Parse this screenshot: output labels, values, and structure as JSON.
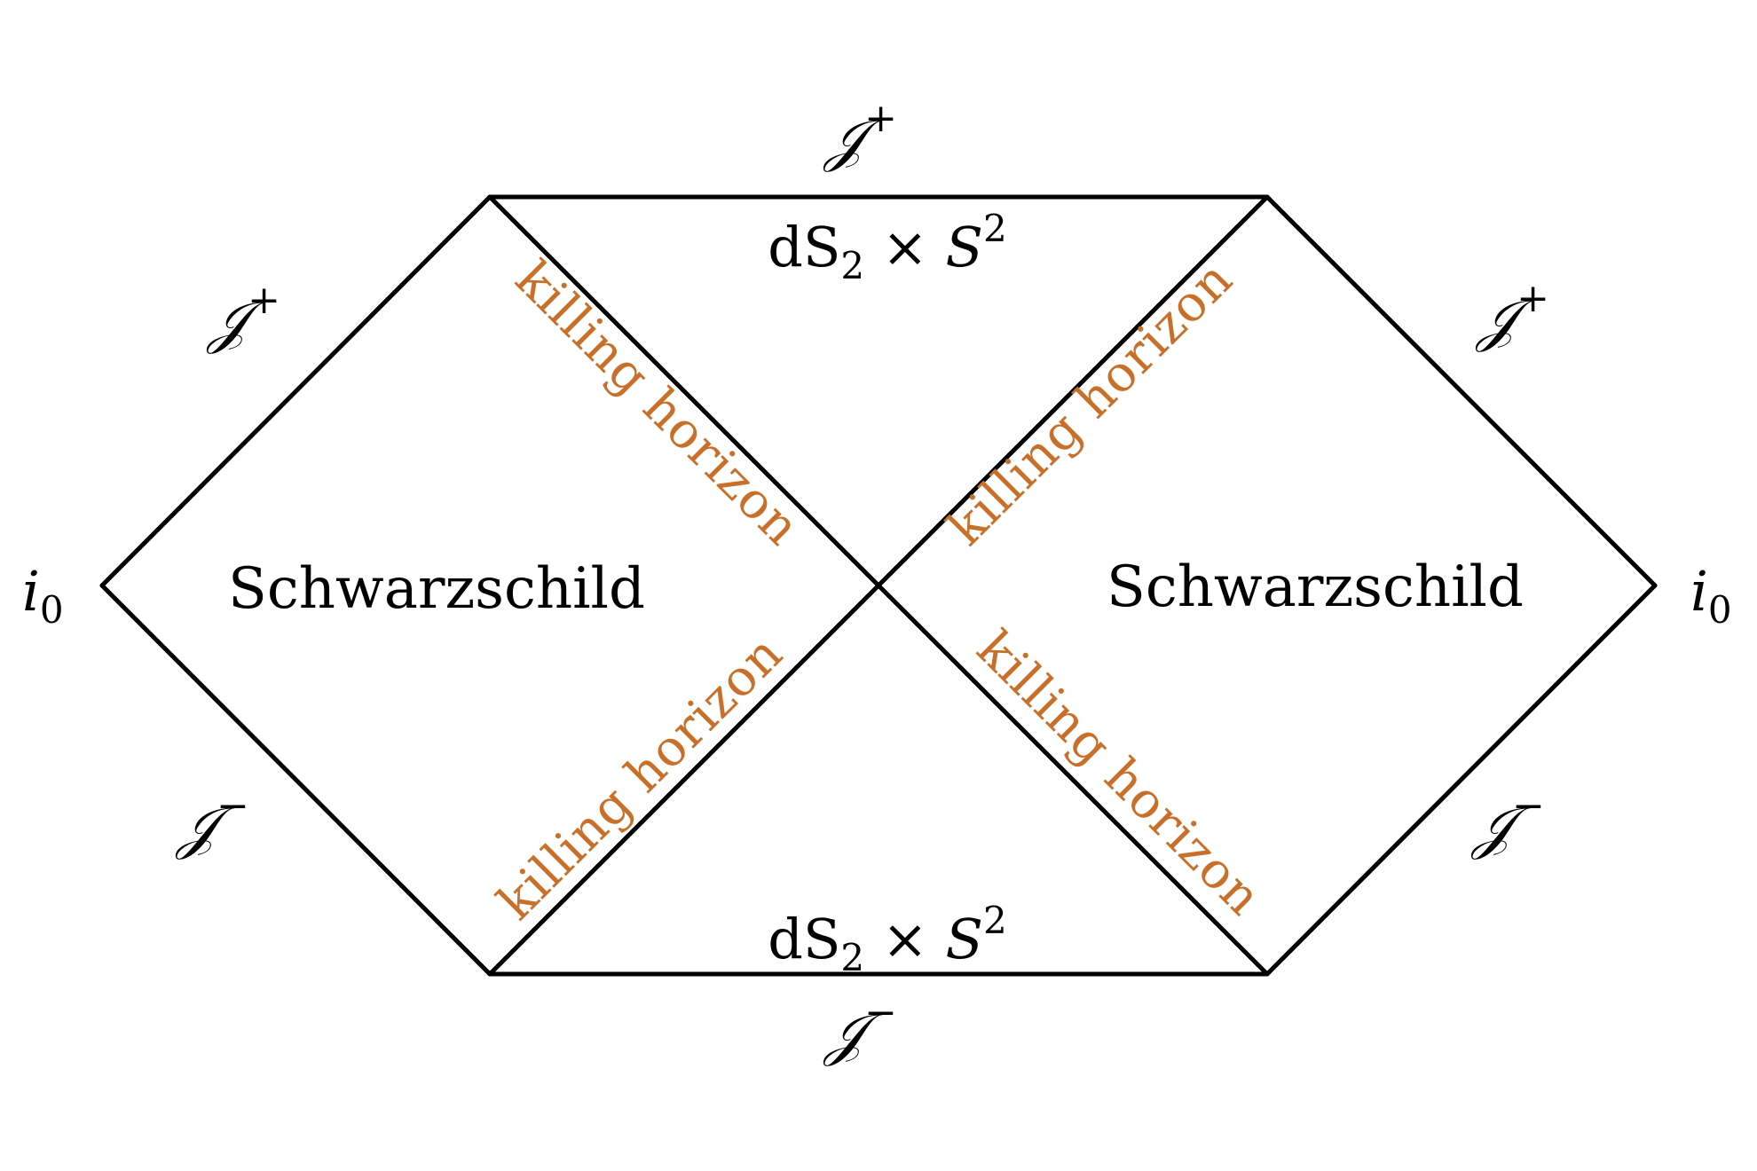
{
  "labels": {
    "region_left": "Schwarzschild",
    "region_right": "Schwarzschild",
    "horizon": "killing horizon",
    "spatial_infinity": "i",
    "spatial_infinity_sub": "0",
    "scri": "𝒥",
    "plus": "+",
    "minus": "−",
    "ds_prefix": "dS",
    "ds_sub": "2",
    "times": " × ",
    "sphere": "S",
    "sphere_sup": "2"
  },
  "colors": {
    "edge": "#000000",
    "horizon_text": "#c8702a",
    "text": "#000000"
  }
}
